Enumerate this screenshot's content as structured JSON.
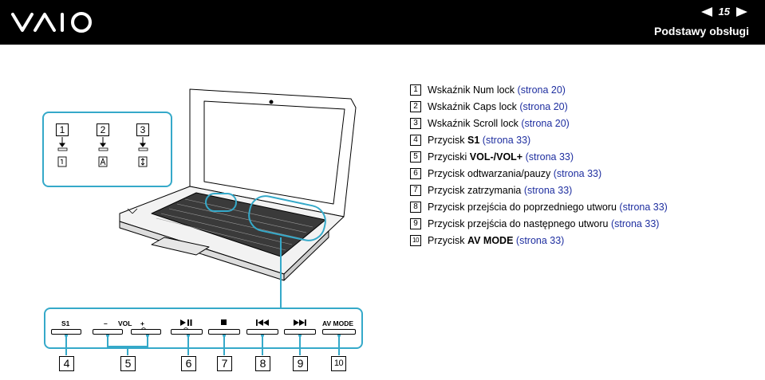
{
  "header": {
    "page_number": "15",
    "section_title": "Podstawy obsługi",
    "logo_text": "VAIO"
  },
  "indicators": [
    {
      "number": "1",
      "icon": "num-lock-icon"
    },
    {
      "number": "2",
      "icon": "caps-lock-icon"
    },
    {
      "number": "3",
      "icon": "scroll-lock-icon"
    }
  ],
  "legend": [
    {
      "number": "1",
      "text": "Wskaźnik Num lock ",
      "bold": "",
      "ref": "(strona 20)"
    },
    {
      "number": "2",
      "text": "Wskaźnik Caps lock ",
      "bold": "",
      "ref": "(strona 20)"
    },
    {
      "number": "3",
      "text": "Wskaźnik Scroll lock ",
      "bold": "",
      "ref": "(strona 20)"
    },
    {
      "number": "4",
      "text": "Przycisk ",
      "bold": "S1",
      "ref": "(strona 33)"
    },
    {
      "number": "5",
      "text": "Przyciski ",
      "bold": "VOL-/VOL+",
      "ref": "(strona 33)"
    },
    {
      "number": "6",
      "text": "Przycisk odtwarzania/pauzy ",
      "bold": "",
      "ref": "(strona 33)"
    },
    {
      "number": "7",
      "text": "Przycisk zatrzymania ",
      "bold": "",
      "ref": "(strona 33)"
    },
    {
      "number": "8",
      "text": "Przycisk przejścia do poprzedniego utworu ",
      "bold": "",
      "ref": "(strona 33)"
    },
    {
      "number": "9",
      "text": "Przycisk przejścia do następnego utworu ",
      "bold": "",
      "ref": "(strona 33)"
    },
    {
      "number": "10",
      "text": "Przycisk ",
      "bold": "AV MODE",
      "ref": "(strona 33)"
    }
  ],
  "buttons": {
    "s1": "S1",
    "vol_minus": "–",
    "vol": "VOL",
    "vol_plus": "+",
    "av_mode": "AV MODE",
    "callouts": [
      "4",
      "5",
      "6",
      "7",
      "8",
      "9",
      "10"
    ]
  },
  "colors": {
    "accent": "#35a9c9",
    "reference": "#1f2fa0",
    "header": "#000000"
  }
}
